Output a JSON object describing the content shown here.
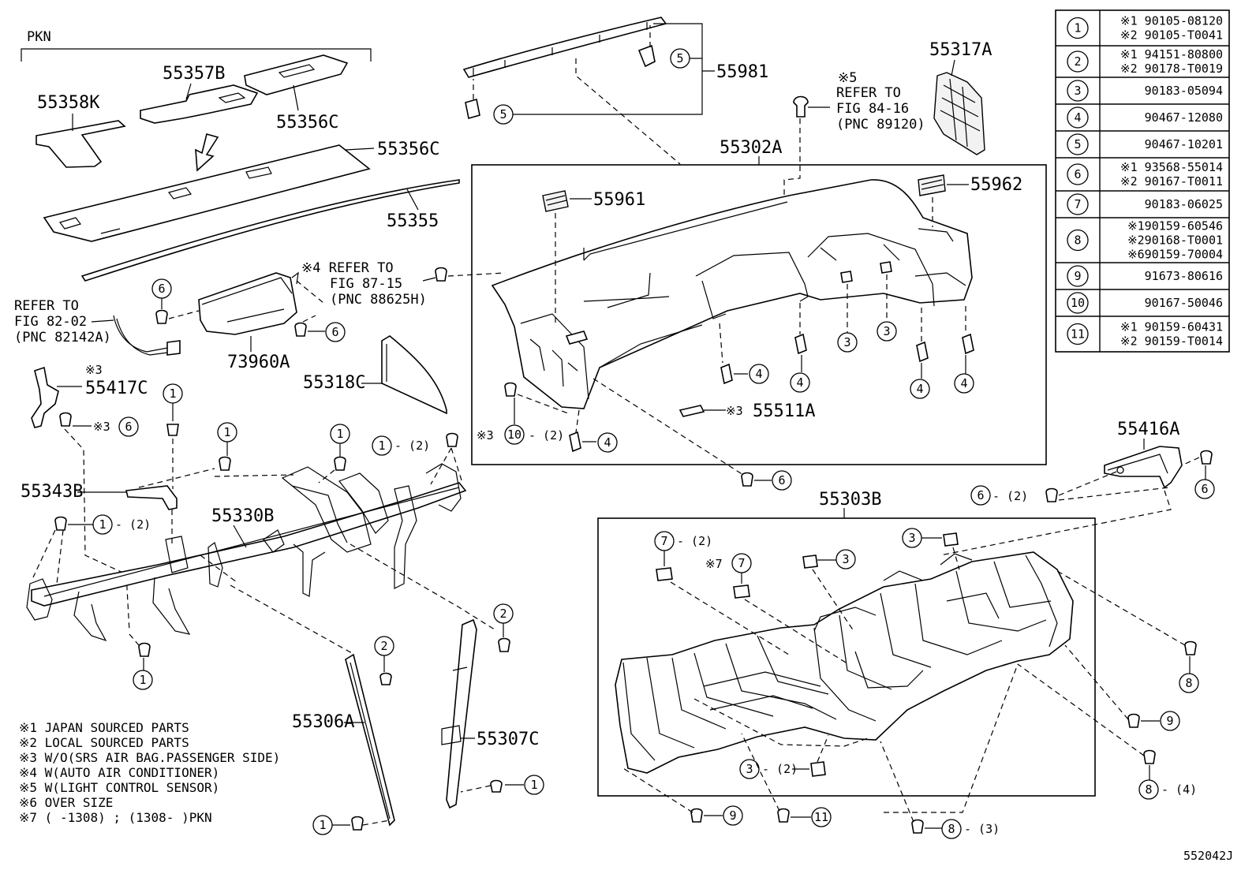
{
  "diagram_id": "552042J",
  "pkn_label": "PKN",
  "part_numbers": {
    "p55358K": "55358K",
    "p55357B": "55357B",
    "p55356C_top": "55356C",
    "p55356C_mid": "55356C",
    "p55355": "55355",
    "p55981": "55981",
    "p55317A": "55317A",
    "p55302A": "55302A",
    "p55961": "55961",
    "p55962": "55962",
    "p73960A": "73960A",
    "p55318C": "55318C",
    "p55417C": "55417C",
    "p55511A": "55511A",
    "p55343B": "55343B",
    "p55330B": "55330B",
    "p55416A": "55416A",
    "p55303B": "55303B",
    "p55306A": "55306A",
    "p55307C": "55307C"
  },
  "references": {
    "ref5_mark": "※5",
    "ref5_line1": "REFER TO",
    "ref5_line2": "FIG 84-16",
    "ref5_line3": "(PNC 89120)",
    "ref4_line1": "※4 REFER TO",
    "ref4_line2": "FIG 87-15",
    "ref4_line3": "(PNC 88625H)",
    "ref82_line1": "REFER TO",
    "ref82_line2": "FIG 82-02",
    "ref82_line3": "(PNC 82142A)"
  },
  "markers": {
    "m3_55417C": "※3",
    "m3_6": "※3",
    "m3_55511A": "※3",
    "m3_10": "※3",
    "m7": "※7"
  },
  "qty": {
    "q10": "- (2)",
    "q1a": "- (2)",
    "q1b": "- (2)",
    "q6": "- (2)",
    "q7": "- (2)",
    "q3": "- (2)",
    "q8a": "- (4)",
    "q8b": "- (3)"
  },
  "callout_numbers": [
    "1",
    "2",
    "3",
    "4",
    "5",
    "6",
    "7",
    "8",
    "9",
    "10",
    "11"
  ],
  "parts_table": [
    {
      "no": "1",
      "lines": [
        "※1 90105-08120",
        "※2 90105-T0041"
      ]
    },
    {
      "no": "2",
      "lines": [
        "※1 94151-80800",
        "※2 90178-T0019"
      ]
    },
    {
      "no": "3",
      "lines": [
        "90183-05094"
      ]
    },
    {
      "no": "4",
      "lines": [
        "90467-12080"
      ]
    },
    {
      "no": "5",
      "lines": [
        "90467-10201"
      ]
    },
    {
      "no": "6",
      "lines": [
        "※1 93568-55014",
        "※2 90167-T0011"
      ]
    },
    {
      "no": "7",
      "lines": [
        "90183-06025"
      ]
    },
    {
      "no": "8",
      "lines": [
        "※190159-60546",
        "※290168-T0001",
        "※690159-70004"
      ]
    },
    {
      "no": "9",
      "lines": [
        "91673-80616"
      ]
    },
    {
      "no": "10",
      "lines": [
        "90167-50046"
      ]
    },
    {
      "no": "11",
      "lines": [
        "※1 90159-60431",
        "※2 90159-T0014"
      ]
    }
  ],
  "notes": [
    "※1 JAPAN SOURCED PARTS",
    "※2 LOCAL SOURCED PARTS",
    "※3 W/O(SRS AIR BAG.PASSENGER SIDE)",
    "※4 W(AUTO AIR CONDITIONER)",
    "※5 W(LIGHT CONTROL SENSOR)",
    "※6 OVER SIZE",
    "※7 (      -1308) ; (1308-       )PKN"
  ]
}
